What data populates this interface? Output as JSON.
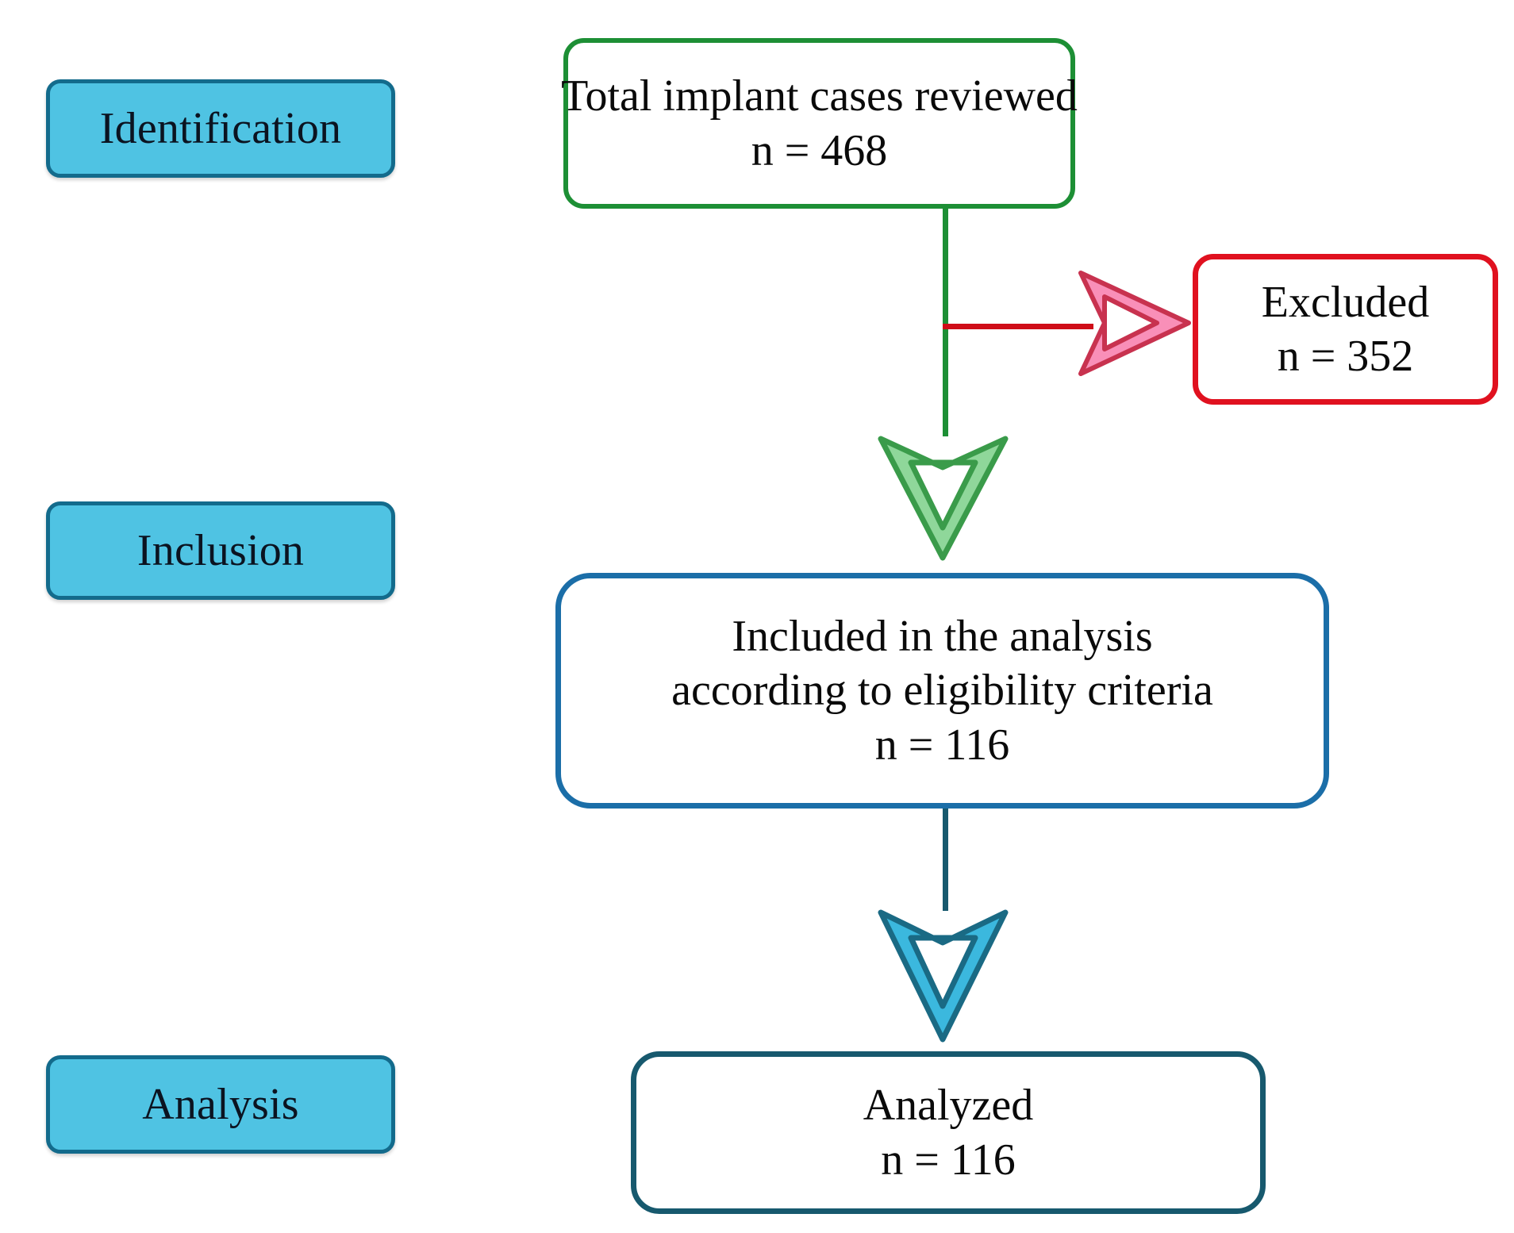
{
  "diagram": {
    "title": "PRISMA-style study selection flow diagram",
    "type": "flowchart"
  },
  "phases": [
    {
      "id": "identification",
      "label": "Identification"
    },
    {
      "id": "inclusion",
      "label": "Inclusion"
    },
    {
      "id": "analysis",
      "label": "Analysis"
    }
  ],
  "nodes": {
    "identification": {
      "line1": "Total implant cases reviewed",
      "line2": "n = 468",
      "n": 468,
      "border_color": "#1d8f35"
    },
    "excluded": {
      "line1": "Excluded",
      "line2": "n = 352",
      "n": 352,
      "border_color": "#e0111f"
    },
    "inclusion": {
      "line1": "Included in the analysis",
      "line2": "according to eligibility criteria",
      "line3": "n = 116",
      "n": 116,
      "border_color": "#1b6ea8"
    },
    "analyzed": {
      "line1": "Analyzed",
      "line2": "n = 116",
      "n": 116,
      "border_color": "#17596e"
    }
  },
  "connectors": [
    {
      "id": "identification-to-inclusion",
      "color": "#1d8f35",
      "direction": "down",
      "arrow_fill": "#8fd79a",
      "arrow_stroke": "#3a9b4a"
    },
    {
      "id": "identification-to-excluded",
      "color": "#cf0d18",
      "direction": "right",
      "arrow_fill": "#f98fb8",
      "arrow_stroke": "#c8324f"
    },
    {
      "id": "inclusion-to-analyzed",
      "color": "#17596e",
      "direction": "down",
      "arrow_fill": "#3bb8de",
      "arrow_stroke": "#1a6a84"
    }
  ],
  "palette": {
    "chip_fill": "#4fc3e3",
    "chip_border": "#136b8c",
    "background": "#ffffff",
    "text": "#0a0a0a"
  }
}
